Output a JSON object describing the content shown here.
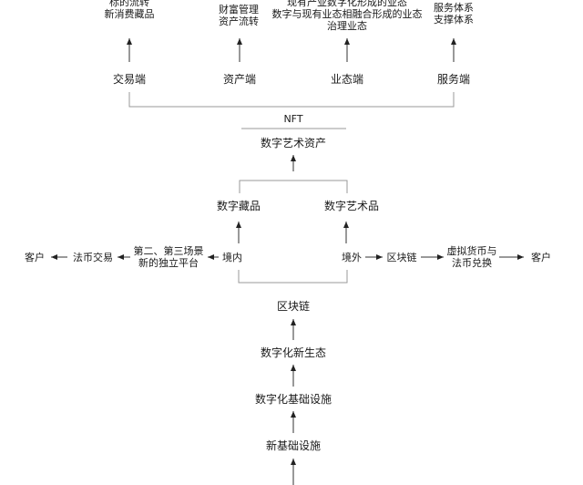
{
  "top": {
    "trade_desc": "标的流转\n新消费藏品",
    "asset_desc": "财富管理\n资产流转",
    "business_desc": "现有产业数字化形成的业态\n数字与现有业态相融合形成的业态\n治理业态",
    "service_desc": "服务体系\n支撑体系",
    "trade_end": "交易端",
    "asset_end": "资产端",
    "business_end": "业态端",
    "service_end": "服务端"
  },
  "nft": "NFT",
  "digital_art_asset": "数字艺术资产",
  "digital_collectible": "数字藏品",
  "digital_artwork": "数字艺术品",
  "left": {
    "customer": "客户",
    "fiat_trade": "法币交易",
    "platform": "第二、第三场景\n新的独立平台",
    "domestic": "境内"
  },
  "right": {
    "overseas": "境外",
    "blockchain": "区块链",
    "crypto": "虚拟货币与\n法币兑换",
    "customer": "客户"
  },
  "chain": {
    "blockchain": "区块链",
    "ecosystem": "数字化新生态",
    "digital_infra": "数字化基础设施",
    "new_infra": "新基础设施"
  }
}
